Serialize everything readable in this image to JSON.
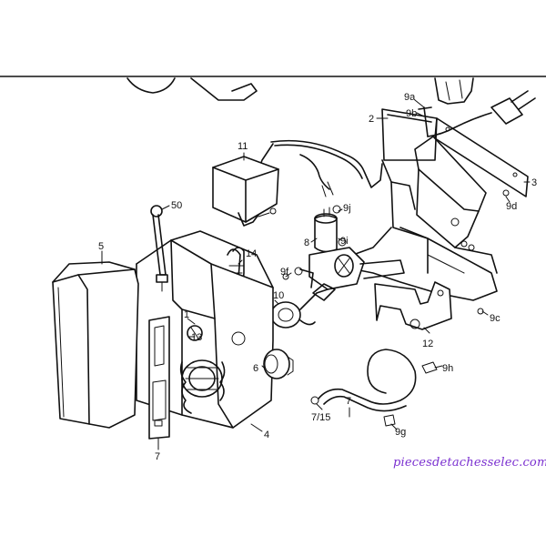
{
  "labels": {
    "p9a": "9a",
    "p9b": "9b",
    "p2": "2",
    "p3": "3",
    "p9d": "9d",
    "p11": "11",
    "p9j": "9j",
    "p8": "8",
    "p9i": "9i",
    "p50": "50",
    "p5": "5",
    "p14": "14",
    "p9f": "9f",
    "p10": "10",
    "p1": "1",
    "p13": "13",
    "p6": "6",
    "p12": "12",
    "p9c": "9c",
    "p9h": "9h",
    "p7a": "7",
    "p715": "7/15",
    "p9g": "9g",
    "p4": "4",
    "p7b": "7"
  },
  "watermark": "piecesdetachesselec.com",
  "colors": {
    "line": "#111111",
    "watermark": "#7a2fd0",
    "background": "#ffffff"
  }
}
